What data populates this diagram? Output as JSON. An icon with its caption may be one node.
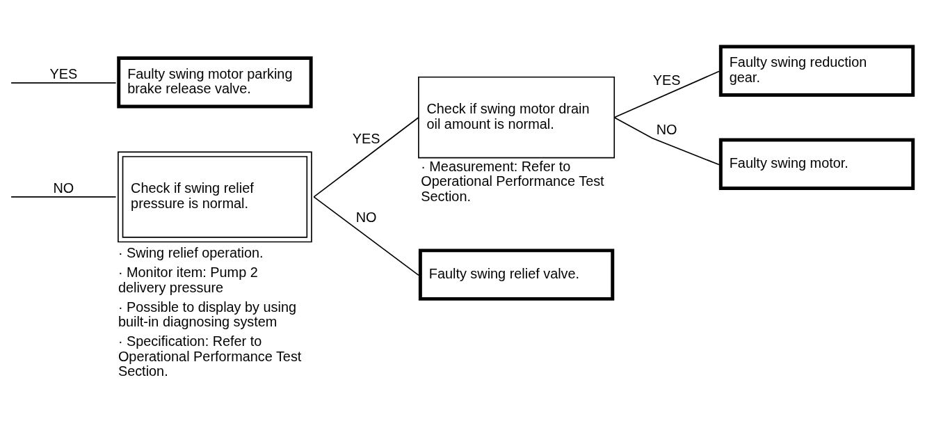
{
  "diagram": {
    "nodes": [
      {
        "text": [
          "Check if swing relief pressure is normal."
        ],
        "beside": [
          "· Swing relief operation.",
          "· Monitor item: Pump 2 delivery pressure",
          "· Possible to display by using built-in diagnosing system",
          "· Specification: Refer to Operational Performance Test Section."
        ]
      },
      {
        "text": [
          "Check if swing motor drain oil amount is normal."
        ],
        "beside": [
          "· Measurement: Refer to Operational Performance Test Section."
        ]
      },
      {
        "text": [
          "Faulty swing reduction gear."
        ]
      },
      {
        "text": [
          "Faulty swing motor."
        ]
      },
      {
        "text": [
          "Faulty swing relief valve."
        ]
      },
      {
        "text": [
          "Faulty swing motor parking brake release valve."
        ]
      }
    ],
    "edges": [
      {
        "from": null,
        "to": 0,
        "arrow": "none",
        "label": "NO"
      },
      {
        "from": null,
        "to": 5,
        "arrow": "none",
        "label": "YES"
      },
      {
        "from": 0,
        "to": 1,
        "arrow": "none",
        "label": "YES"
      },
      {
        "from": 0,
        "to": 4,
        "arrow": "none",
        "label": "NO"
      },
      {
        "from": 1,
        "to": 2,
        "arrow": "none",
        "label": "YES"
      },
      {
        "from": 1,
        "to": 3,
        "arrow": "none",
        "label": "NO"
      }
    ]
  }
}
